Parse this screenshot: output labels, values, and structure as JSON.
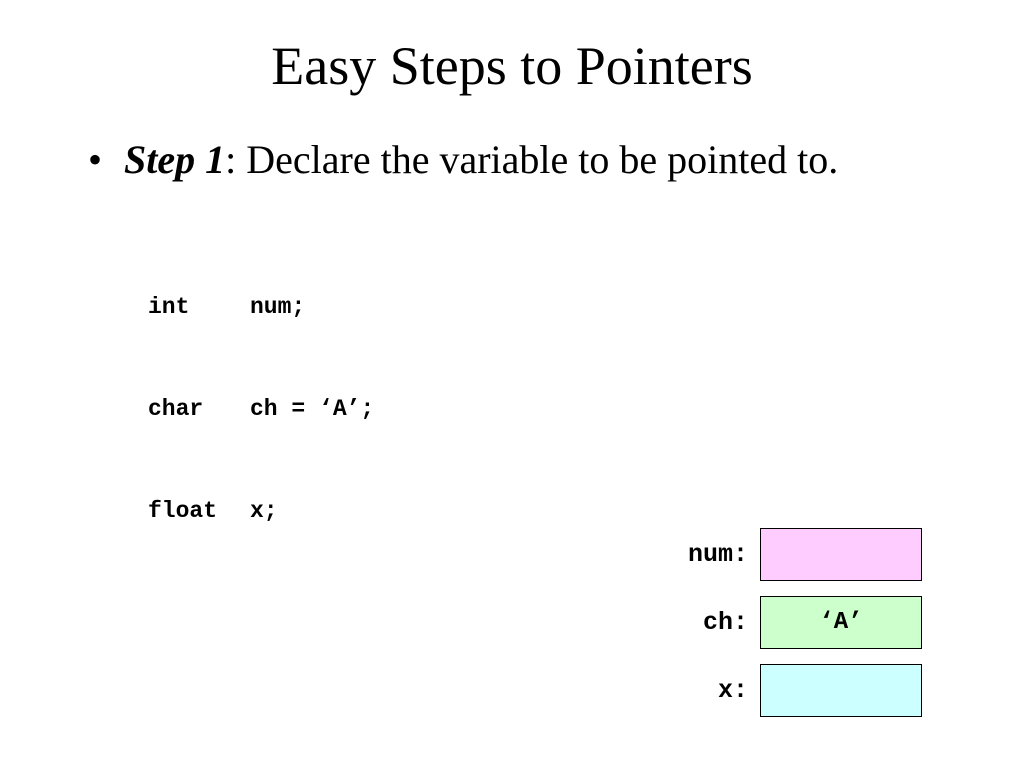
{
  "slide": {
    "title": "Easy Steps to Pointers",
    "bullet": {
      "marker": "•",
      "step_label": "Step 1",
      "text": ": Declare the variable to be pointed to."
    },
    "code": [
      {
        "type": "int",
        "decl": "num;"
      },
      {
        "type": "char",
        "decl": "ch = ‘A’;"
      },
      {
        "type": "float",
        "decl": "x;"
      }
    ],
    "memory": [
      {
        "label": "num:",
        "value": "",
        "color": "#ffccff"
      },
      {
        "label": "ch:",
        "value": "‘A’",
        "color": "#ccffcc"
      },
      {
        "label": "x:",
        "value": "",
        "color": "#ccffff"
      }
    ]
  }
}
